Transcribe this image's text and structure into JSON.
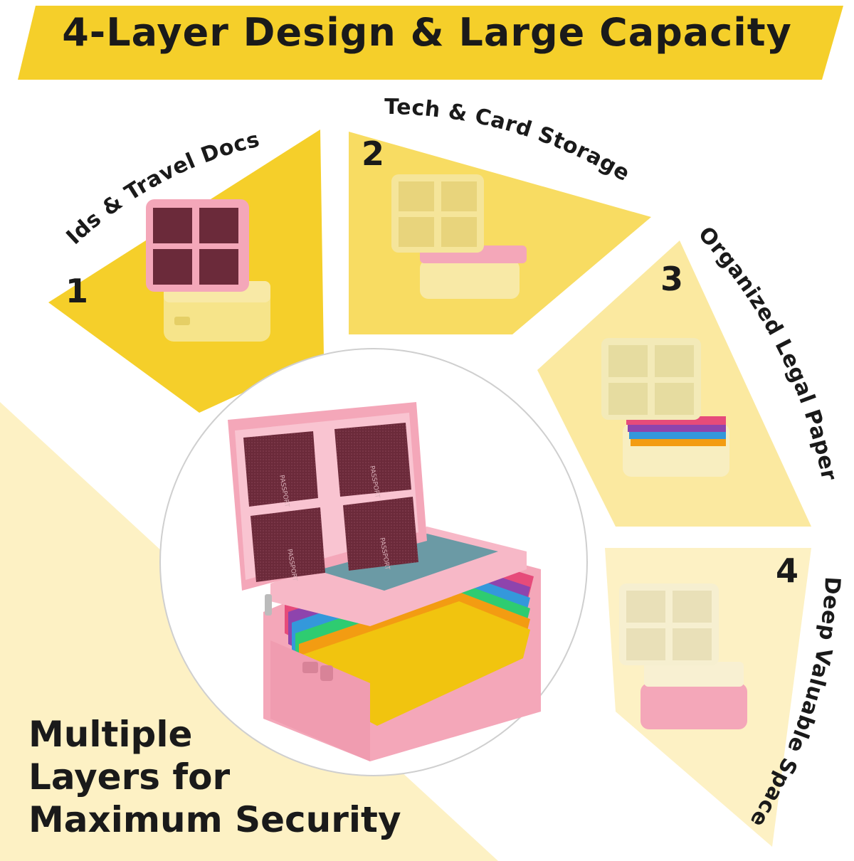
{
  "headline": "4-Layer Design & Large Capacity",
  "tagline": {
    "line1": "Multiple",
    "line2": "Layers for",
    "line3": "Maximum Security"
  },
  "layers": [
    {
      "number": "1",
      "label": "Ids & Travel Docs"
    },
    {
      "number": "2",
      "label": "Tech & Card Storage"
    },
    {
      "number": "3",
      "label": "Organized  Legal Paper"
    },
    {
      "number": "4",
      "label": "Deep Valuable Space"
    }
  ],
  "case": {
    "document_label": "PASSPORT"
  },
  "colors": {
    "banner_yellow": "#f5cf2a",
    "segment_1": "#f5cf2a",
    "segment_2": "#f8dc62",
    "segment_3": "#fbe9a0",
    "segment_4": "#fdf1c4",
    "case_pink": "#f4a7b9",
    "passport_maroon": "#6b2a3a"
  }
}
